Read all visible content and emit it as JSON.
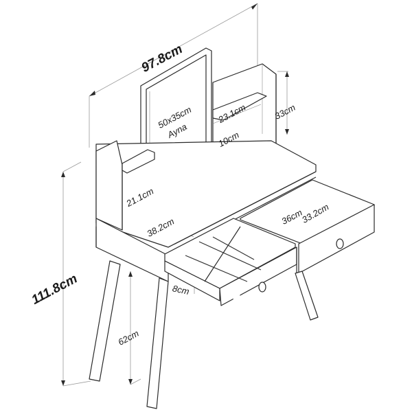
{
  "diagram": {
    "subject": "vanity dressing table with mirror, side shelves and two drawers",
    "colors": {
      "line": "#2a2a2a",
      "dimension_line": "#9a9a9a",
      "background": "#ffffff"
    },
    "labels": {
      "overall_width": "97.8cm",
      "overall_height": "111.8cm",
      "mirror": "50x35cm",
      "mirror_word": "Ayna",
      "shelf_width": "23.1cm",
      "shelf_gap": "10cm",
      "right_upper_height": "33cm",
      "left_upper_height": "21.1cm",
      "tabletop_depth": "38.2cm",
      "drawer_outer_width": "36cm",
      "drawer_inner_width": "33.2cm",
      "drawer_height": "8cm",
      "leg_height": "62cm"
    },
    "components": [
      "mirror-frame",
      "left-side-tower",
      "left-shelf",
      "right-side-tower",
      "right-shelf",
      "tabletop",
      "left-drawer-with-organizer",
      "right-drawer",
      "drawer-knob-left",
      "drawer-knob-right",
      "legs"
    ]
  }
}
